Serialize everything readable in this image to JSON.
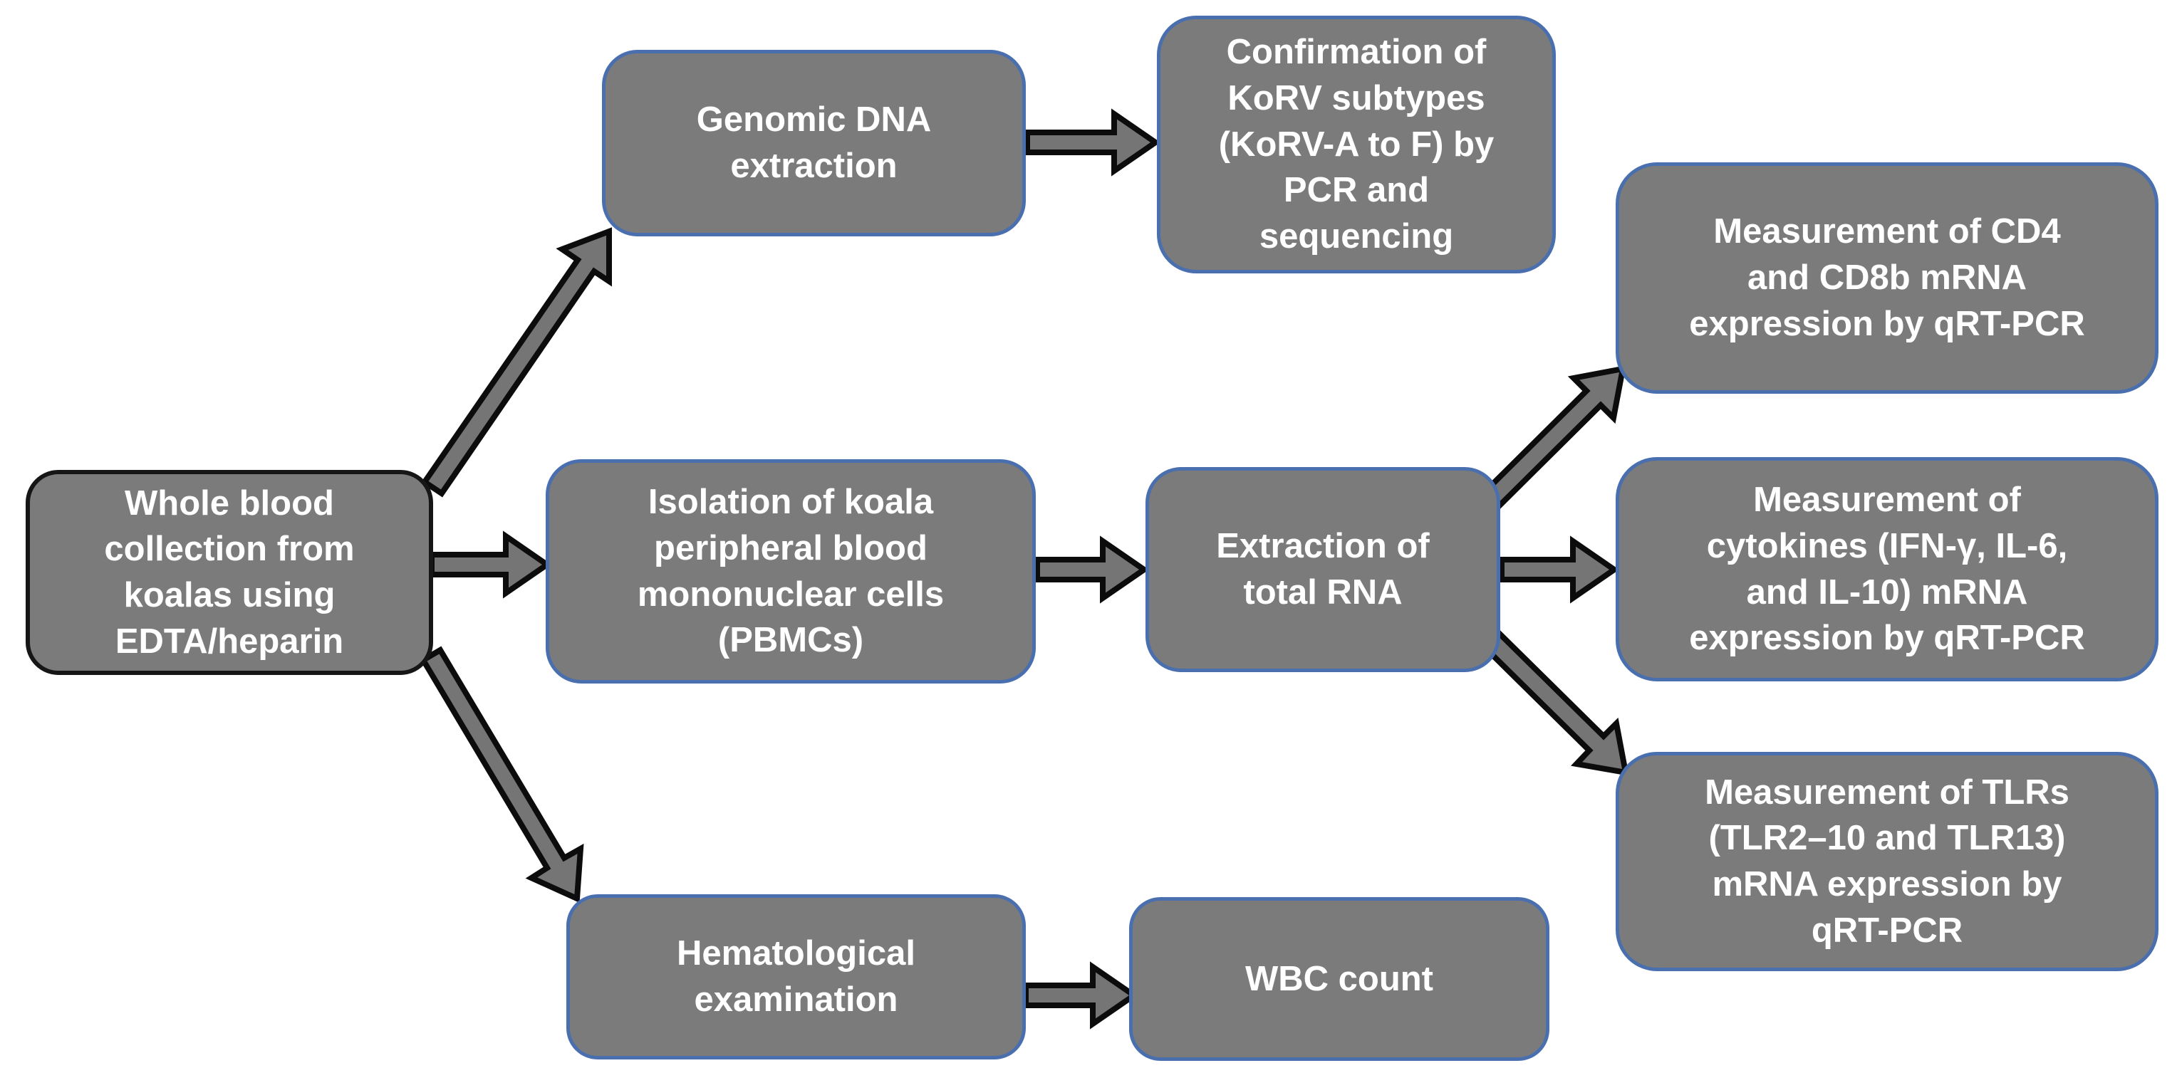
{
  "figure": {
    "type": "flowchart"
  },
  "nodes": {
    "whole_blood": {
      "label": "Whole blood\ncollection from\nkoalas using\nEDTA/heparin"
    },
    "genomic_dna": {
      "label": "Genomic DNA\nextraction"
    },
    "korv_confirmation": {
      "label": "Confirmation of\nKoRV subtypes\n(KoRV-A to F) by\nPCR and\nsequencing"
    },
    "pbmc_isolation": {
      "label": "Isolation of koala\nperipheral blood\nmononuclear cells\n(PBMCs)"
    },
    "rna_extraction": {
      "label": "Extraction of\ntotal RNA"
    },
    "cd4_cd8b": {
      "label": "Measurement of CD4\nand CD8b mRNA\nexpression by qRT-PCR"
    },
    "cytokines": {
      "label": "Measurement of\ncytokines (IFN-γ, IL-6,\nand IL-10) mRNA\nexpression by qRT-PCR"
    },
    "tlrs": {
      "label": "Measurement of TLRs\n(TLR2–10 and TLR13)\nmRNA expression by\nqRT-PCR"
    },
    "hematological": {
      "label": "Hematological\nexamination"
    },
    "wbc_count": {
      "label": "WBC count"
    }
  },
  "edges": [
    {
      "from": "whole_blood",
      "to": "genomic_dna"
    },
    {
      "from": "whole_blood",
      "to": "pbmc_isolation"
    },
    {
      "from": "whole_blood",
      "to": "hematological"
    },
    {
      "from": "genomic_dna",
      "to": "korv_confirmation"
    },
    {
      "from": "pbmc_isolation",
      "to": "rna_extraction"
    },
    {
      "from": "rna_extraction",
      "to": "cd4_cd8b"
    },
    {
      "from": "rna_extraction",
      "to": "cytokines"
    },
    {
      "from": "rna_extraction",
      "to": "tlrs"
    },
    {
      "from": "hematological",
      "to": "wbc_count"
    }
  ],
  "colors": {
    "node_fill": "#7b7b7b",
    "node_border_blue": "#4a6fae",
    "node_border_dark": "#161616",
    "arrow_fill": "#757575",
    "arrow_outline": "#0c0c0c",
    "label_text": "#ffffff",
    "background": "#ffffff"
  }
}
